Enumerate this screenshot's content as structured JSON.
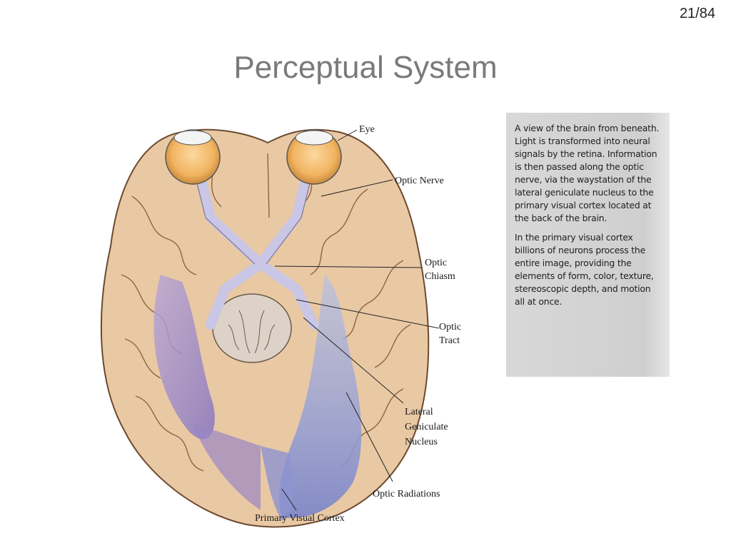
{
  "slide": {
    "page_number": "21/84",
    "title": "Perceptual System"
  },
  "figure": {
    "labels": {
      "eye": "Eye",
      "optic_nerve": "Optic Nerve",
      "optic_chiasm_1": "Optic",
      "optic_chiasm_2": "Chiasm",
      "optic_tract_1": "Optic",
      "optic_tract_2": "Tract",
      "lgn_1": "Lateral",
      "lgn_2": "Geniculate",
      "lgn_3": "Nucleus",
      "optic_radiations": "Optic Radiations",
      "primary_visual_cortex": "Primary Visual Cortex"
    }
  },
  "caption": {
    "paragraph_1": "A view of the brain from beneath. Light is transformed into neural signals by the retina. Information is then passed along the optic nerve, via the waystation of the lateral geniculate nucleus to the primary visual cortex located at the back of the brain.",
    "paragraph_2": "In the primary visual cortex billions of neurons process the entire image, providing the elements of form, color, texture, stereoscopic depth, and motion all at once."
  }
}
